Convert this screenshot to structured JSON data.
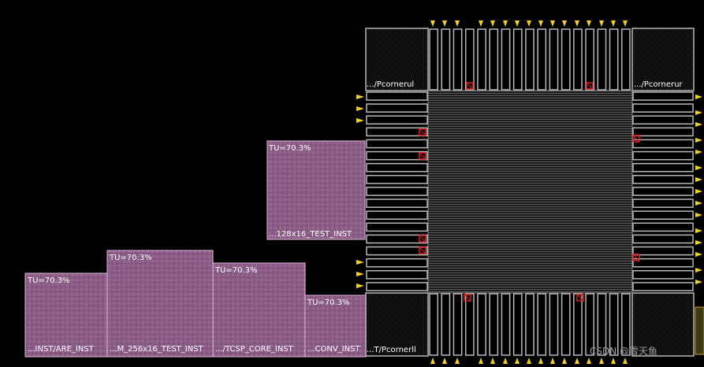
{
  "colors": {
    "background": "#000000",
    "pad_outline": "#b8b8b8",
    "block_fill": "#8a5c86",
    "block_outline": "#e8b8e0",
    "pin": "#f0d020",
    "marker": "#e02020",
    "core_line": "#6a6a6a"
  },
  "corners": {
    "ul": {
      "label": ".../Pcornerul"
    },
    "ur": {
      "label": ".../Pcornerur"
    },
    "ll": {
      "label": "...T/Pcornerll"
    }
  },
  "blocks": [
    {
      "util": "TU=70.3%",
      "name": "...128x16_TEST_INST"
    },
    {
      "util": "TU=70.3%",
      "name": "...INST/ARE_INST"
    },
    {
      "util": "TU=70.3%",
      "name": "...M_256x16_TEST_INST"
    },
    {
      "util": "TU=70.3%",
      "name": ".../TCSP_CORE_INST"
    },
    {
      "util": "TU=70.3%",
      "name": "...CONV_INST"
    }
  ],
  "watermark": "CSDN @雪天鱼"
}
